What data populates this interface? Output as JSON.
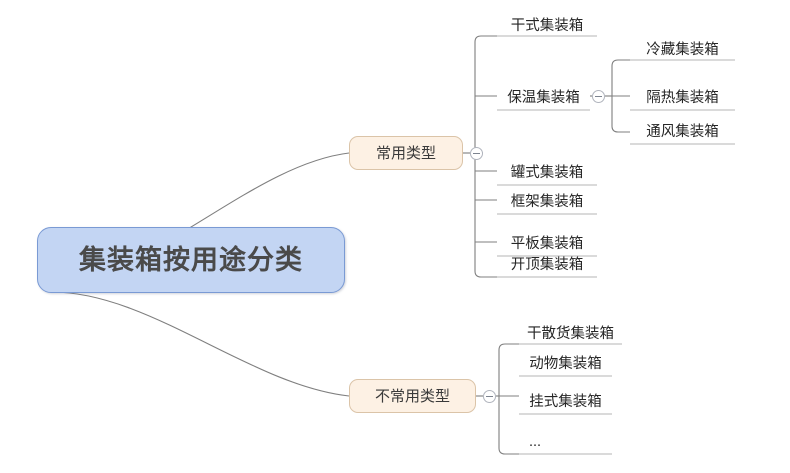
{
  "diagram": {
    "type": "mind-map",
    "root": {
      "label": "集装箱按用途分类",
      "fill": "#c3d5f3",
      "stroke": "#7a9ad4",
      "text_color": "#4a4a4a"
    },
    "branch_fill": "#fdf1e4",
    "branch_stroke": "#dbc4a8",
    "link_color": "#7f7f7f",
    "branches": [
      {
        "label": "常用类型",
        "collapse_icon": "minus-circle-icon",
        "children": [
          {
            "label": "干式集装箱"
          },
          {
            "label": "保温集装箱",
            "collapse_icon": "minus-circle-icon",
            "children": [
              {
                "label": "冷藏集装箱"
              },
              {
                "label": "隔热集装箱"
              },
              {
                "label": "通风集装箱"
              }
            ]
          },
          {
            "label": "罐式集装箱"
          },
          {
            "label": "框架集装箱"
          },
          {
            "label": "平板集装箱"
          },
          {
            "label": "开顶集装箱"
          }
        ]
      },
      {
        "label": "不常用类型",
        "collapse_icon": "minus-circle-icon",
        "children": [
          {
            "label": "干散货集装箱"
          },
          {
            "label": "动物集装箱"
          },
          {
            "label": "挂式集装箱"
          },
          {
            "label": "..."
          }
        ]
      }
    ]
  }
}
